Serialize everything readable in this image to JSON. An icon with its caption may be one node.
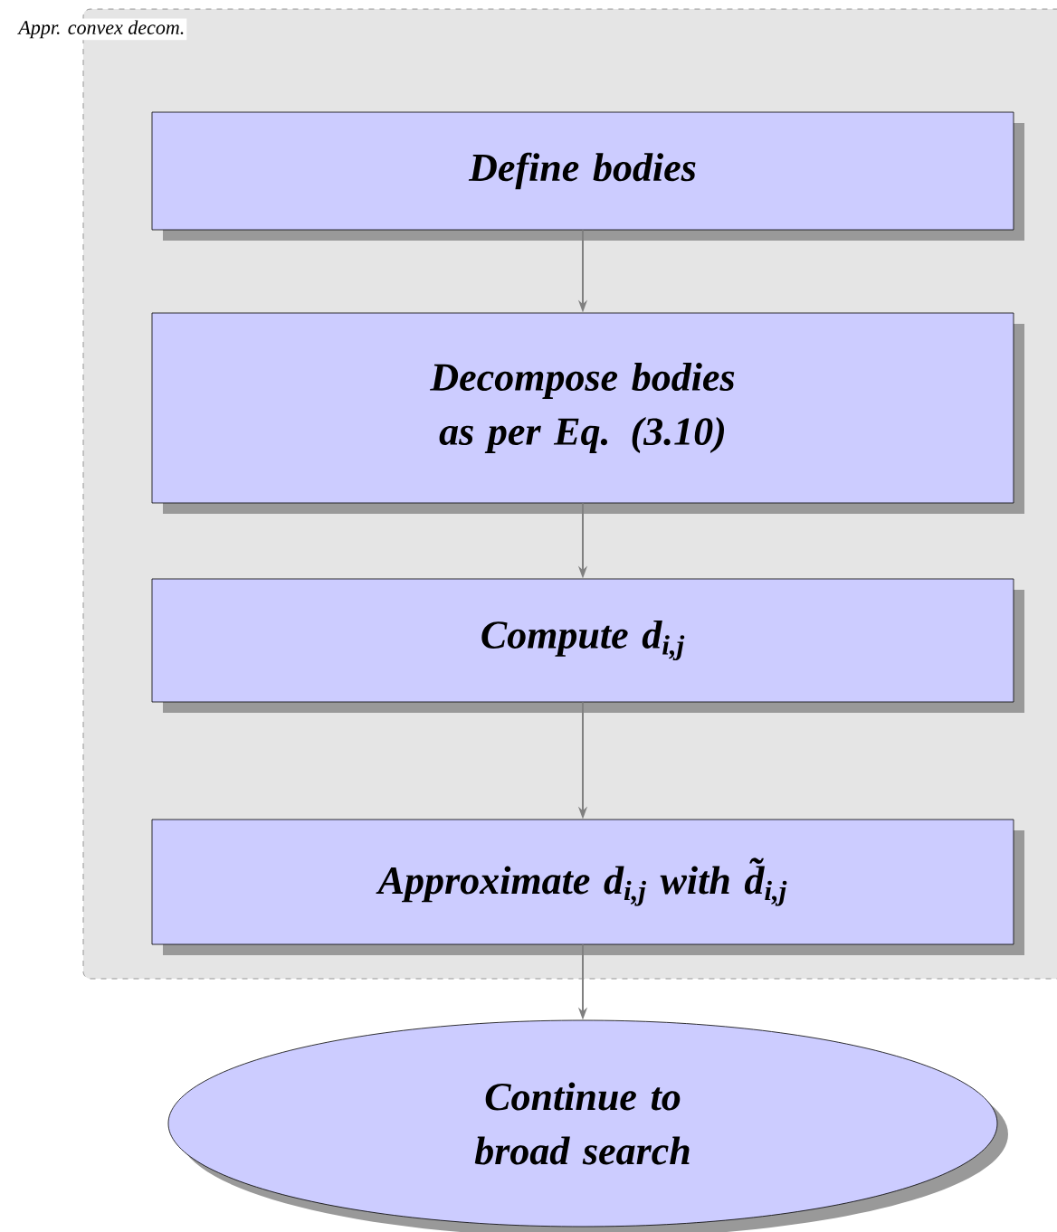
{
  "diagram": {
    "nodes": [
      {
        "text": [
          "Appr. convex decom."
        ]
      },
      {
        "text": [
          "Define bodies"
        ],
        "in": 0
      },
      {
        "text": [
          "Decompose bodies as per Eq. (3.10)"
        ],
        "in": 0
      },
      {
        "text": [
          "Compute d$_{i,j}$"
        ],
        "in": 0
      },
      {
        "text": [
          "Approximate d$_{i,j}$ with d̃$_{i,j}$"
        ],
        "in": 0
      },
      {
        "text": [
          "Continue to broad search"
        ]
      }
    ],
    "edges": [
      {
        "from": 1,
        "to": 2,
        "arrow": "to"
      },
      {
        "from": 2,
        "to": 3,
        "arrow": "to"
      },
      {
        "from": 3,
        "to": 4,
        "arrow": "to"
      },
      {
        "from": 4,
        "to": 5,
        "arrow": "to"
      }
    ]
  }
}
